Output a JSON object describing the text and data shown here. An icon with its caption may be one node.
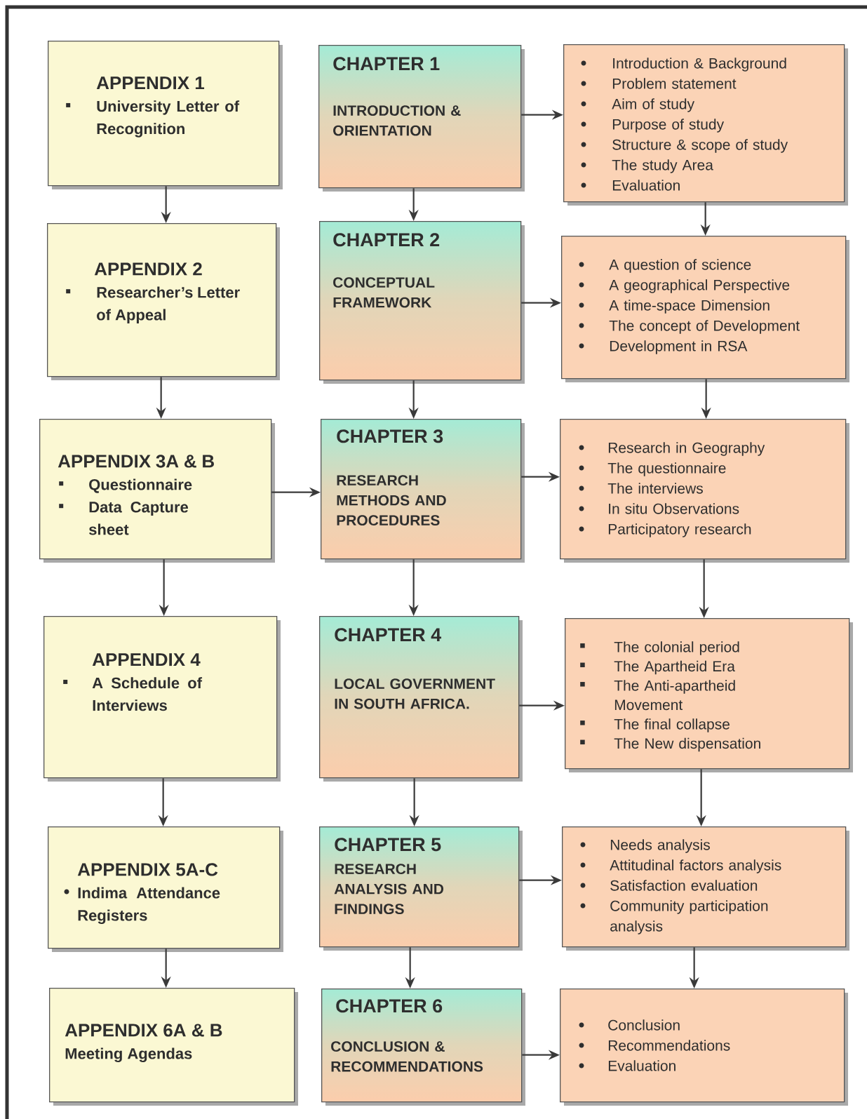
{
  "diagram": {
    "nodes": [
      {
        "text": [
          "APPENDIX 1",
          "University Letter of Recognition"
        ]
      },
      {
        "text": [
          "CHAPTER 1",
          "INTRODUCTION & ORIENTATION"
        ]
      },
      {
        "text": [
          "Introduction & Background",
          "Problem statement",
          "Aim of study",
          "Purpose of study",
          "Structure & scope of study",
          "The study Area",
          "Evaluation"
        ]
      },
      {
        "text": [
          "APPENDIX 2",
          "Researcher’s Letter of Appeal"
        ]
      },
      {
        "text": [
          "CHAPTER 2",
          "CONCEPTUAL FRAMEWORK"
        ]
      },
      {
        "text": [
          "A question of science",
          "A geographical Perspective",
          "A time-space Dimension",
          "The concept of Development",
          "Development in RSA"
        ]
      },
      {
        "text": [
          "APPENDIX 3A & B",
          "Questionnaire",
          "Data Capture sheet"
        ]
      },
      {
        "text": [
          "CHAPTER 3",
          "RESEARCH METHODS AND PROCEDURES"
        ]
      },
      {
        "text": [
          "Research in Geography",
          "The questionnaire",
          "The interviews",
          "In situ Observations",
          "Participatory research"
        ]
      },
      {
        "text": [
          "APPENDIX 4",
          "A Schedule of Interviews"
        ]
      },
      {
        "text": [
          "CHAPTER 4",
          "LOCAL GOVERNMENT IN SOUTH AFRICA."
        ]
      },
      {
        "text": [
          "The colonial period",
          "The Apartheid Era",
          "The Anti-apartheid Movement",
          "The final collapse",
          "The New dispensation"
        ]
      },
      {
        "text": [
          "APPENDIX 5A-C",
          "Indima Attendance Registers"
        ]
      },
      {
        "text": [
          "CHAPTER 5",
          "RESEARCH ANALYSIS AND FINDINGS"
        ]
      },
      {
        "text": [
          "Needs analysis",
          "Attitudinal factors analysis",
          "Satisfaction evaluation",
          "Community participation analysis"
        ]
      },
      {
        "text": [
          "APPENDIX 6A & B",
          "Meeting Agendas"
        ]
      },
      {
        "text": [
          "CHAPTER 6",
          "CONCLUSION & RECOMMENDATIONS"
        ]
      },
      {
        "text": [
          "Conclusion",
          "Recommendations",
          "Evaluation"
        ]
      }
    ],
    "edges": [
      {
        "from": 0,
        "to": 3,
        "arrow": "to"
      },
      {
        "from": 3,
        "to": 6,
        "arrow": "to"
      },
      {
        "from": 6,
        "to": 9,
        "arrow": "to"
      },
      {
        "from": 9,
        "to": 12,
        "arrow": "to"
      },
      {
        "from": 12,
        "to": 15,
        "arrow": "to"
      },
      {
        "from": 1,
        "to": 4,
        "arrow": "to"
      },
      {
        "from": 4,
        "to": 7,
        "arrow": "to"
      },
      {
        "from": 7,
        "to": 10,
        "arrow": "to"
      },
      {
        "from": 10,
        "to": 13,
        "arrow": "to"
      },
      {
        "from": 13,
        "to": 16,
        "arrow": "to"
      },
      {
        "from": 2,
        "to": 5,
        "arrow": "to"
      },
      {
        "from": 5,
        "to": 8,
        "arrow": "to"
      },
      {
        "from": 8,
        "to": 11,
        "arrow": "to"
      },
      {
        "from": 11,
        "to": 14,
        "arrow": "to"
      },
      {
        "from": 14,
        "to": 17,
        "arrow": "to"
      },
      {
        "from": 1,
        "to": 2,
        "arrow": "to"
      },
      {
        "from": 4,
        "to": 5,
        "arrow": "to"
      },
      {
        "from": 6,
        "to": 7,
        "arrow": "to"
      },
      {
        "from": 7,
        "to": 8,
        "arrow": "to"
      },
      {
        "from": 10,
        "to": 11,
        "arrow": "to"
      },
      {
        "from": 13,
        "to": 14,
        "arrow": "to"
      },
      {
        "from": 16,
        "to": 17,
        "arrow": "to"
      }
    ]
  }
}
